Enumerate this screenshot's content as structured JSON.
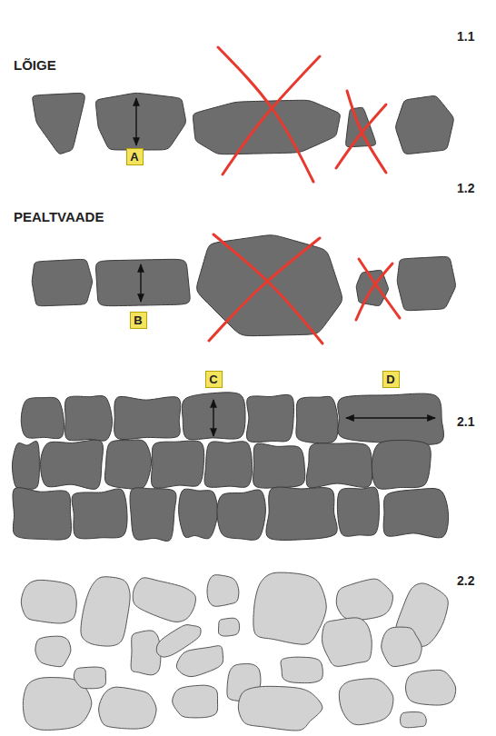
{
  "diagram": {
    "nodes": [
      {
        "text": [
          "A"
        ]
      },
      {
        "text": [
          "B"
        ]
      },
      {
        "text": [
          "C"
        ]
      },
      {
        "text": [
          "D"
        ]
      }
    ],
    "labels": [
      "1.1",
      "LÕIGE",
      "PEALTVAADE",
      "1.2",
      "2.1",
      "2.2"
    ]
  }
}
